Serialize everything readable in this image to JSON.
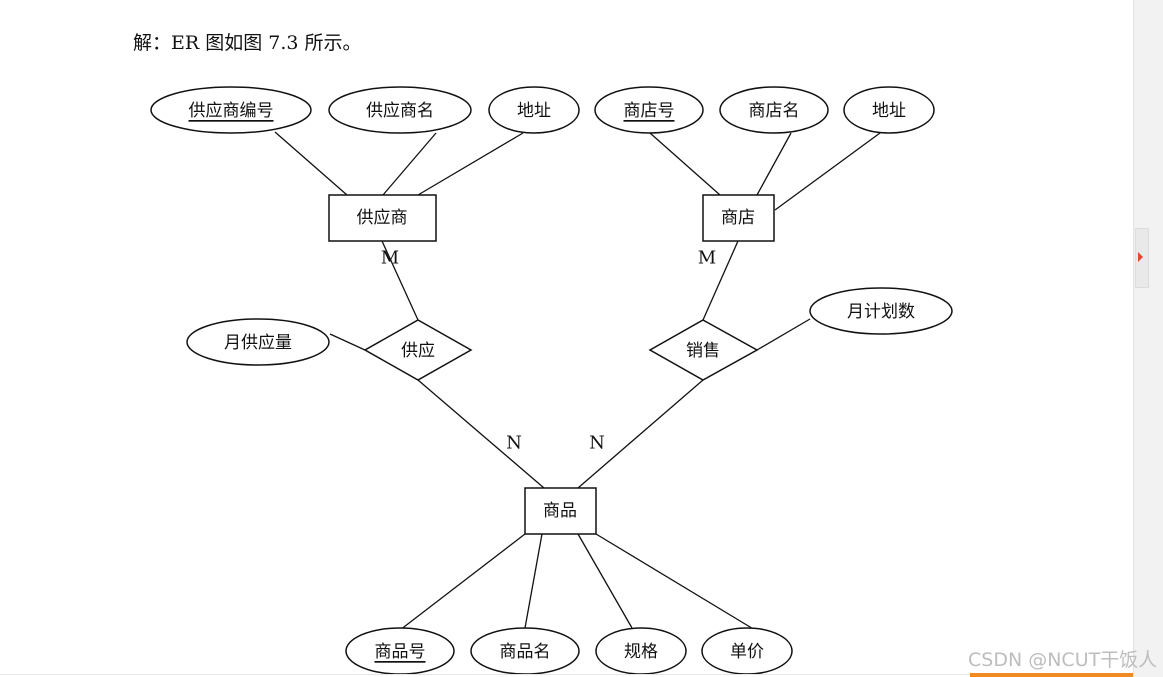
{
  "intro": "解：ER 图如图 7.3 所示。",
  "watermark": "CSDN @NCUT干饭人",
  "entities": {
    "supplier": "供应商",
    "store": "商店",
    "product": "商品"
  },
  "relationships": {
    "supply": "供应",
    "sale": "销售"
  },
  "attributes": {
    "supplier_id": "供应商编号",
    "supplier_name": "供应商名",
    "supplier_address": "地址",
    "store_id": "商店号",
    "store_name": "商店名",
    "store_address": "地址",
    "monthly_supply": "月供应量",
    "monthly_plan": "月计划数",
    "product_id": "商品号",
    "product_name": "商品名",
    "product_spec": "规格",
    "product_price": "单价"
  },
  "cardinalities": {
    "supplier_supply": "M",
    "store_sale": "M",
    "product_supply": "N",
    "product_sale": "N"
  },
  "primary_keys": [
    "supplier_id",
    "store_id",
    "product_id"
  ]
}
